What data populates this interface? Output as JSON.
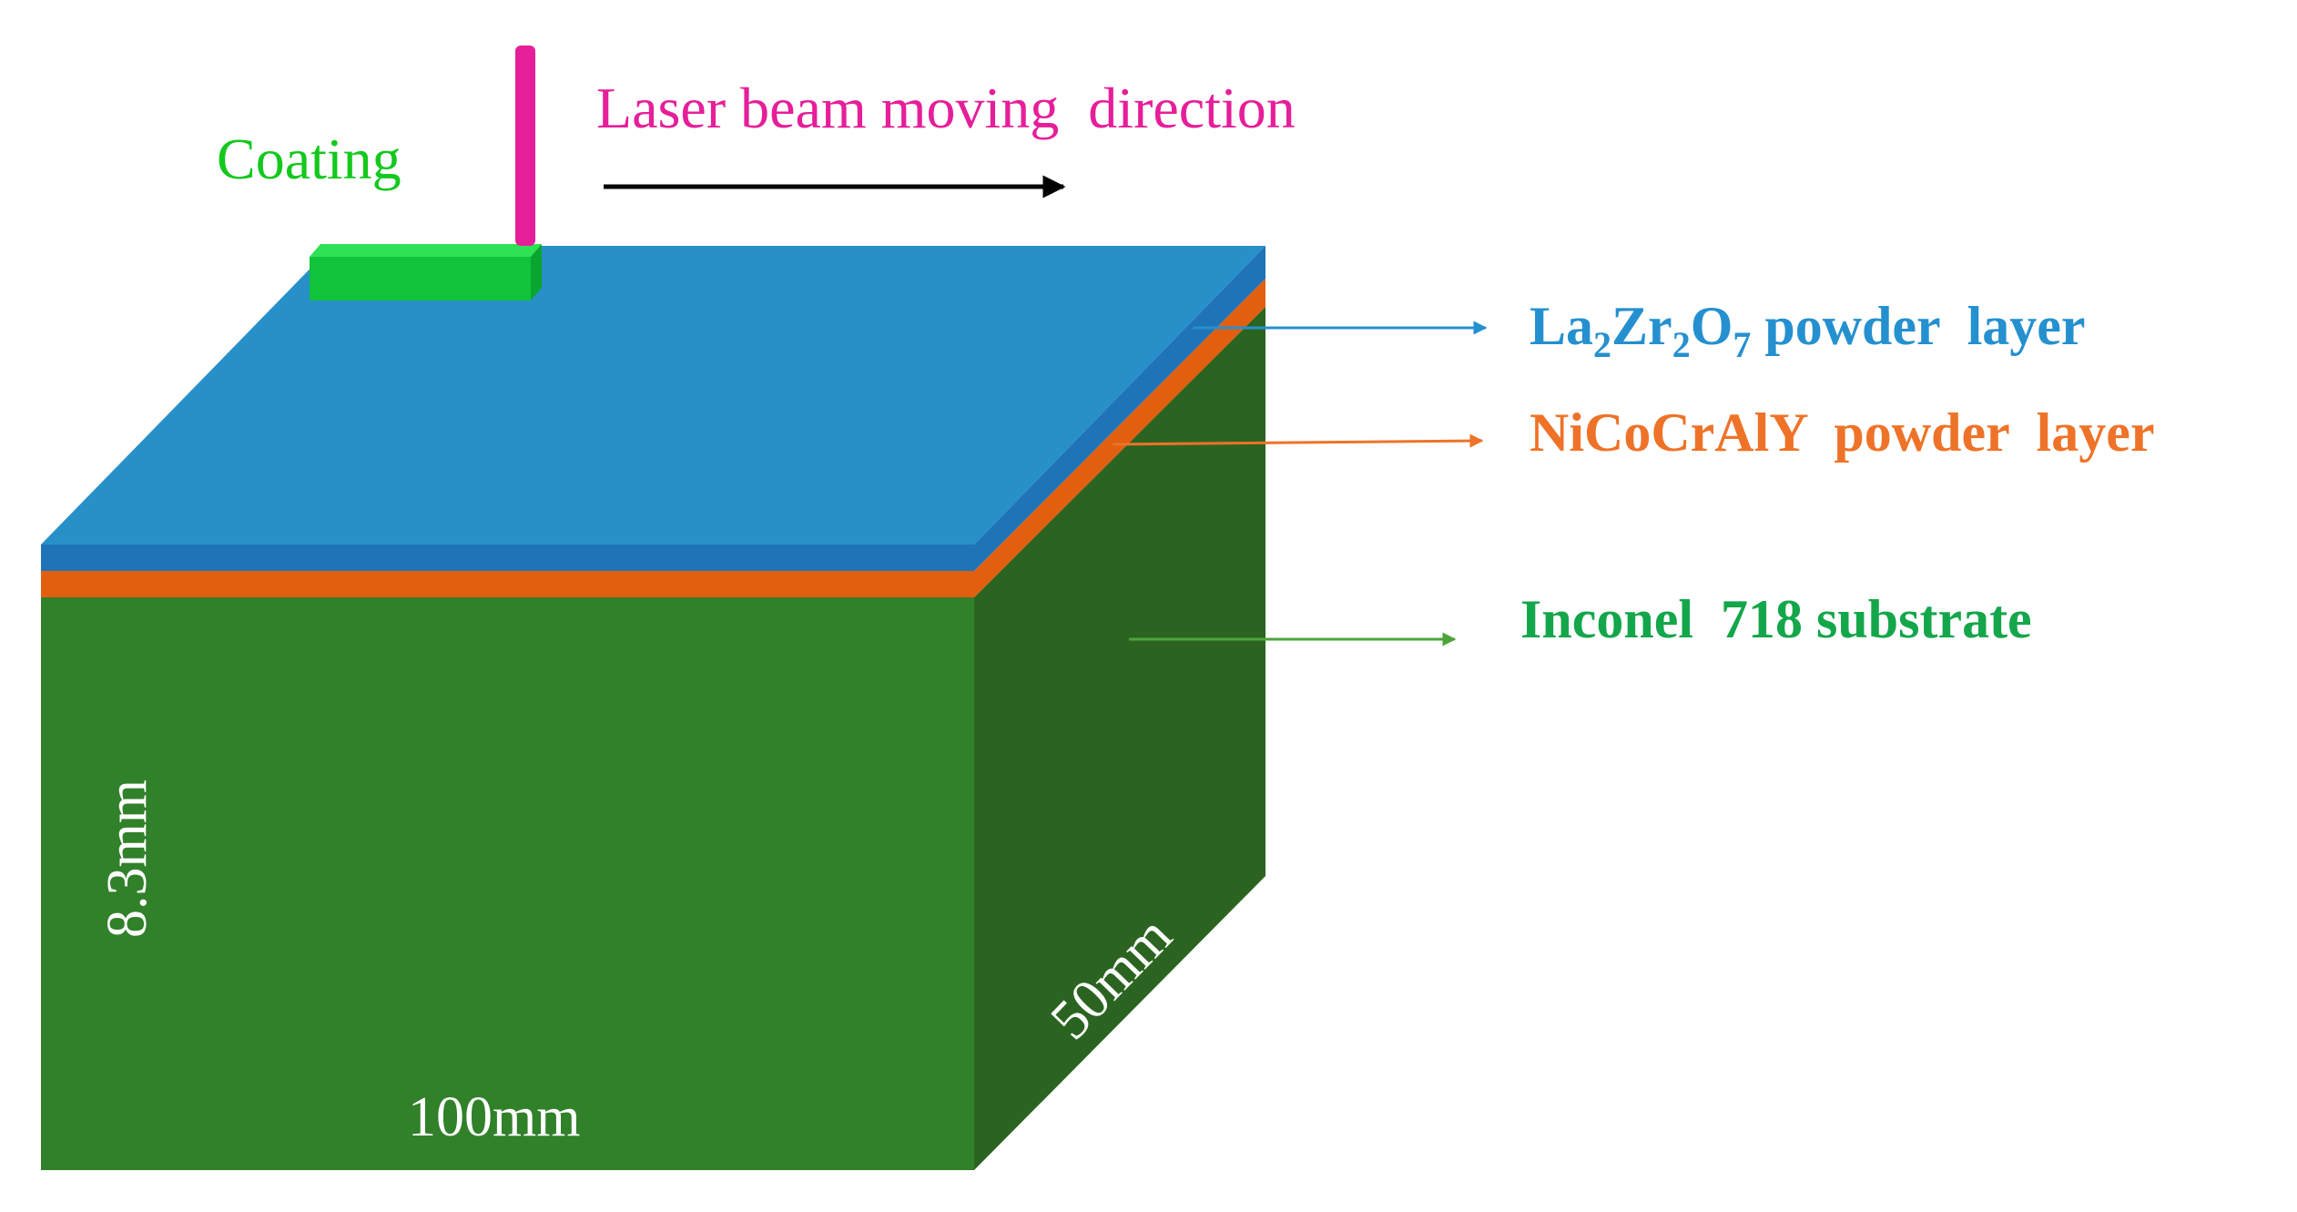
{
  "labels": {
    "coating": "Coating",
    "laser_direction": "Laser beam moving  direction",
    "la2zr2o7": {
      "prefix": "La",
      "sub1": "2",
      "mid1": "Zr",
      "sub2": "2",
      "mid2": "O",
      "sub3": "7",
      "suffix": " powder  layer"
    },
    "nicocraly": "NiCoCrAlY  powder  layer",
    "inconel": "Inconel  718 substrate",
    "dim_height": "8.3mm",
    "dim_width": "100mm",
    "dim_depth": "50mm"
  },
  "colors": {
    "substrate_front": "#31802a",
    "substrate_side": "#2b6421",
    "top_layer": "#2890c9",
    "top_layer_edge": "#1f74b8",
    "bond_layer": "#e15f0f",
    "coating_bead": "#0fc43a",
    "laser": "#e61e9a",
    "coating_text": "#14c81e",
    "laser_text": "#e61e9a",
    "la2zr2o7_text": "#2590cf",
    "nicocraly_text": "#ee7328",
    "inconel_text": "#14a64a",
    "arrow_black": "#000000",
    "arrow_blue": "#2590cf",
    "arrow_orange": "#ee7328",
    "arrow_green": "#4ea43c",
    "dim_text": "#ffffff"
  }
}
